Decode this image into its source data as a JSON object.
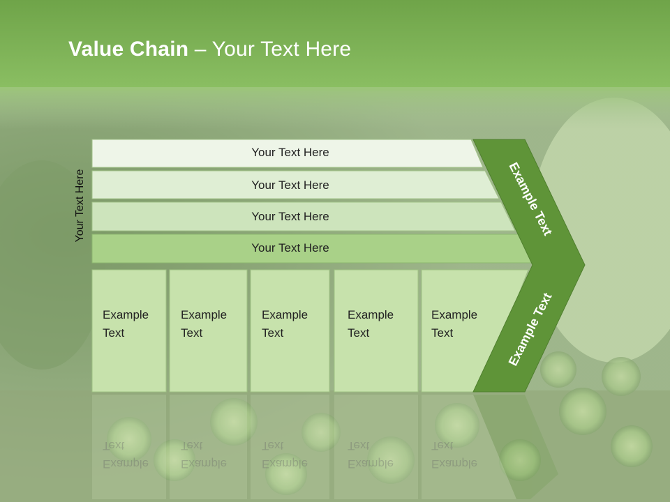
{
  "slide": {
    "title_bold": "Value Chain",
    "title_rest": " – Your Text Here",
    "side_label": "Your Text Here"
  },
  "rows": [
    {
      "label": "Your Text Here"
    },
    {
      "label": "Your Text Here"
    },
    {
      "label": "Your Text Here"
    },
    {
      "label": "Your Text Here"
    }
  ],
  "cells": [
    {
      "line1": "Example",
      "line2": "Text"
    },
    {
      "line1": "Example",
      "line2": "Text"
    },
    {
      "line1": "Example",
      "line2": "Text"
    },
    {
      "line1": "Example",
      "line2": "Text"
    },
    {
      "line1": "Example",
      "line2": "Text"
    }
  ],
  "arrow": {
    "upper_text": "Example Text",
    "lower_text": "Example Text"
  },
  "colors": {
    "header_green": "#7fb55a",
    "arrow_green": "#5f9438",
    "row1": "#eef5e8",
    "row2": "#dfeed4",
    "row3": "#cde4bc",
    "row4": "#a9d188",
    "cell": "#c7e2ac"
  }
}
